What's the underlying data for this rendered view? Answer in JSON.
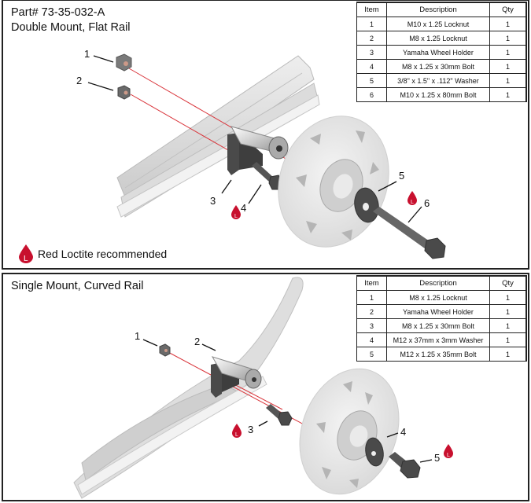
{
  "top_panel": {
    "part_number": "Part# 73-35-032-A",
    "subtitle": "Double Mount, Flat Rail",
    "bom": {
      "headers": [
        "Item",
        "Description",
        "Qty"
      ],
      "rows": [
        {
          "item": "1",
          "description": "M10 x 1.25 Locknut",
          "qty": "1"
        },
        {
          "item": "2",
          "description": "M8 x 1.25 Locknut",
          "qty": "1"
        },
        {
          "item": "3",
          "description": "Yamaha Wheel Holder",
          "qty": "1"
        },
        {
          "item": "4",
          "description": "M8 x 1.25 x 30mm Bolt",
          "qty": "1"
        },
        {
          "item": "5",
          "description": "3/8\" x 1.5\" x .112\" Washer",
          "qty": "1"
        },
        {
          "item": "6",
          "description": "M10 x 1.25 x 80mm Bolt",
          "qty": "1"
        }
      ]
    },
    "callouts": [
      "1",
      "2",
      "3",
      "4",
      "5",
      "6"
    ],
    "loctite_items": [
      "4",
      "6"
    ],
    "legend": {
      "icon": "red-loctite-drop-icon",
      "icon_letter": "L",
      "text": "Red Loctite recommended"
    }
  },
  "bottom_panel": {
    "subtitle": "Single Mount, Curved Rail",
    "bom": {
      "headers": [
        "Item",
        "Description",
        "Qty"
      ],
      "rows": [
        {
          "item": "1",
          "description": "M8 x 1.25 Locknut",
          "qty": "1"
        },
        {
          "item": "2",
          "description": "Yamaha Wheel Holder",
          "qty": "1"
        },
        {
          "item": "3",
          "description": "M8 x 1.25 x 30mm Bolt",
          "qty": "1"
        },
        {
          "item": "4",
          "description": "M12 x 37mm x 3mm Washer",
          "qty": "1"
        },
        {
          "item": "5",
          "description": "M12 x 1.25 x 35mm Bolt",
          "qty": "1"
        }
      ]
    },
    "callouts": [
      "1",
      "2",
      "3",
      "4",
      "5"
    ],
    "loctite_items": [
      "3",
      "5"
    ]
  },
  "colors": {
    "loctite_red": "#c8102e",
    "axis_line": "#d9343a",
    "hardware_dark": "#4a4a4a",
    "rail_light": "#d8d8d8",
    "wheel": "#e6e6e6"
  }
}
